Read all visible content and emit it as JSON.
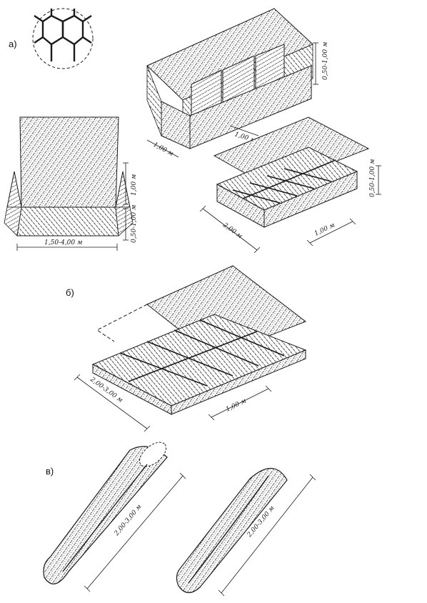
{
  "panels": {
    "a": {
      "label": "а)"
    },
    "b": {
      "label": "б)"
    },
    "v": {
      "label": "в)"
    }
  },
  "dimensions": {
    "box_height": "0,50-1,00 м",
    "box_width": "1,00 м",
    "box_section": "1,00 м",
    "unfold_lid": "1,00 м",
    "unfold_height": "0,50-1,00 м",
    "unfold_length": "1,50-4,00 м",
    "mattress_height": "0,50-1,00 м",
    "mattress_length": "2,00 м",
    "mattress_width": "1,00 м",
    "flat_length": "2,00-3,00 м",
    "flat_width": "1,00 м",
    "bag1_length": "2,00-3,00 м",
    "bag2_length": "2,00-3,00 м"
  },
  "colors": {
    "ink": "#1a1a1a",
    "paper": "#ffffff"
  }
}
